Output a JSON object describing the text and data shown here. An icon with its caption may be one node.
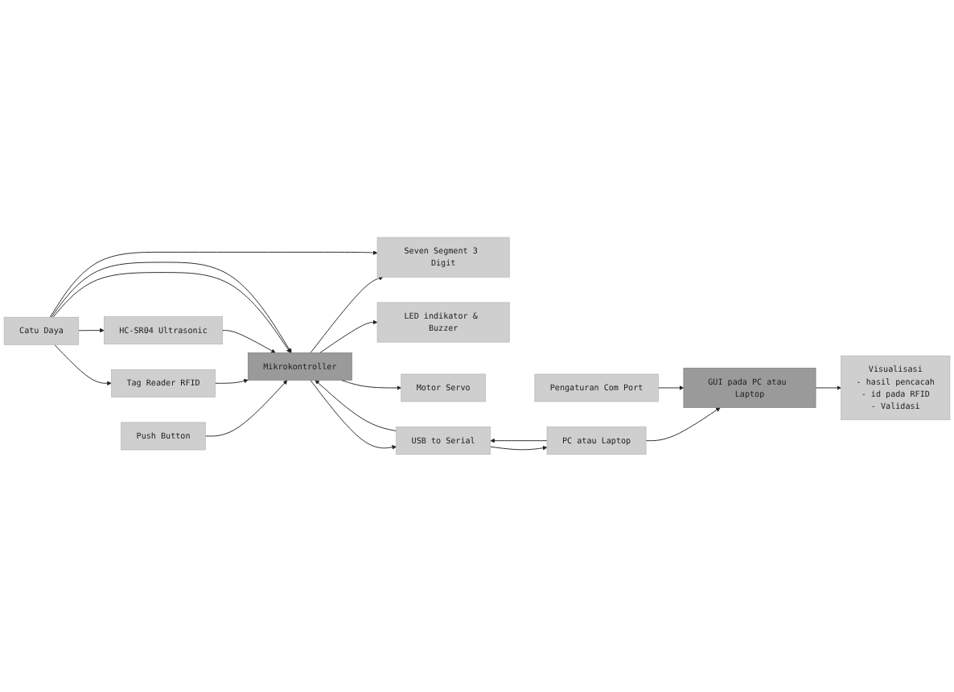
{
  "diagram": {
    "nodes": [
      {
        "text": [
          "Seven Segment 3 Digit"
        ]
      },
      {
        "text": [
          "LED indikator & Buzzer"
        ]
      },
      {
        "text": [
          "Push Button"
        ]
      },
      {
        "text": [
          "Tag Reader RFID"
        ]
      },
      {
        "text": [
          "HC-SR04 Ultrasonic"
        ]
      },
      {
        "text": [
          "Mikrokontroller"
        ]
      },
      {
        "text": [
          "Motor Servo"
        ]
      },
      {
        "text": [
          "USB to Serial"
        ]
      },
      {
        "text": [
          "PC atau Laptop"
        ]
      },
      {
        "text": [
          "Catu Daya"
        ]
      },
      {
        "text": [
          "Pengaturan Com Port"
        ]
      },
      {
        "text": [
          "GUI pada PC atau Laptop"
        ]
      },
      {
        "text": [
          "Visualisasi",
          "- hasil pencacah",
          "- id pada RFID",
          "- Validasi"
        ]
      }
    ],
    "edges": [
      {
        "from": 5,
        "to": 0,
        "arrow": "to"
      },
      {
        "from": 5,
        "to": 6,
        "arrow": "to"
      },
      {
        "from": 5,
        "to": 1,
        "arrow": "to"
      },
      {
        "from": 2,
        "to": 5,
        "arrow": "to"
      },
      {
        "from": 3,
        "to": 5,
        "arrow": "to"
      },
      {
        "from": 4,
        "to": 5,
        "arrow": "to"
      },
      {
        "from": 5,
        "to": 7,
        "arrow": "to"
      },
      {
        "from": 7,
        "to": 5,
        "arrow": "to"
      },
      {
        "from": 7,
        "to": 8,
        "arrow": "to"
      },
      {
        "from": 8,
        "to": 7,
        "arrow": "to"
      },
      {
        "from": 8,
        "to": 11,
        "arrow": "to"
      },
      {
        "from": 10,
        "to": 11,
        "arrow": "to"
      },
      {
        "from": 11,
        "to": 12,
        "arrow": "to"
      },
      {
        "from": 9,
        "to": 5,
        "arrow": "to"
      },
      {
        "from": 9,
        "to": 5,
        "arrow": "to"
      },
      {
        "from": 9,
        "to": 0,
        "arrow": "to"
      },
      {
        "from": 9,
        "to": 3,
        "arrow": "to"
      },
      {
        "from": 9,
        "to": 4,
        "arrow": "to"
      }
    ]
  }
}
